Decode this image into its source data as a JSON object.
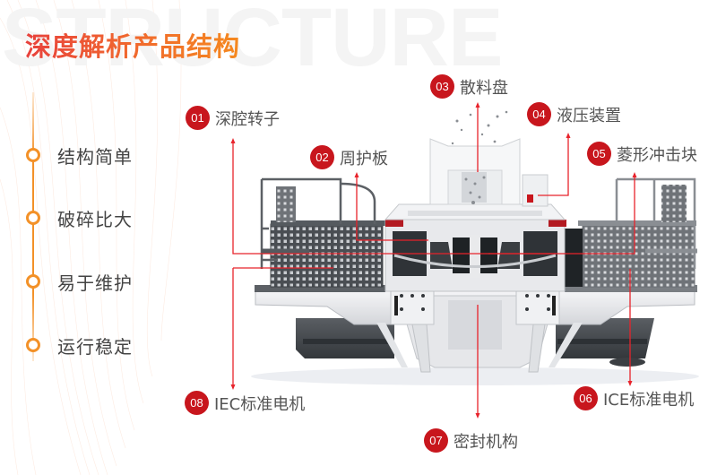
{
  "header": {
    "watermark": "STRUCTURE",
    "title": "深度解析产品结构"
  },
  "features": [
    {
      "label": "结构简单"
    },
    {
      "label": "破碎比大"
    },
    {
      "label": "易于维护"
    },
    {
      "label": "运行稳定"
    }
  ],
  "callouts": [
    {
      "num": "01",
      "label": "深腔转子"
    },
    {
      "num": "02",
      "label": "周护板"
    },
    {
      "num": "03",
      "label": "散料盘"
    },
    {
      "num": "04",
      "label": "液压装置"
    },
    {
      "num": "05",
      "label": "菱形冲击块"
    },
    {
      "num": "06",
      "label": "ICE标准电机"
    },
    {
      "num": "07",
      "label": "密封机构"
    },
    {
      "num": "08",
      "label": "IEC标准电机"
    }
  ],
  "colors": {
    "badge": "#c8161d",
    "leader_line": "#e8232b",
    "timeline": "#f39128",
    "title_start": "#e8413c",
    "title_end": "#f5891f"
  }
}
